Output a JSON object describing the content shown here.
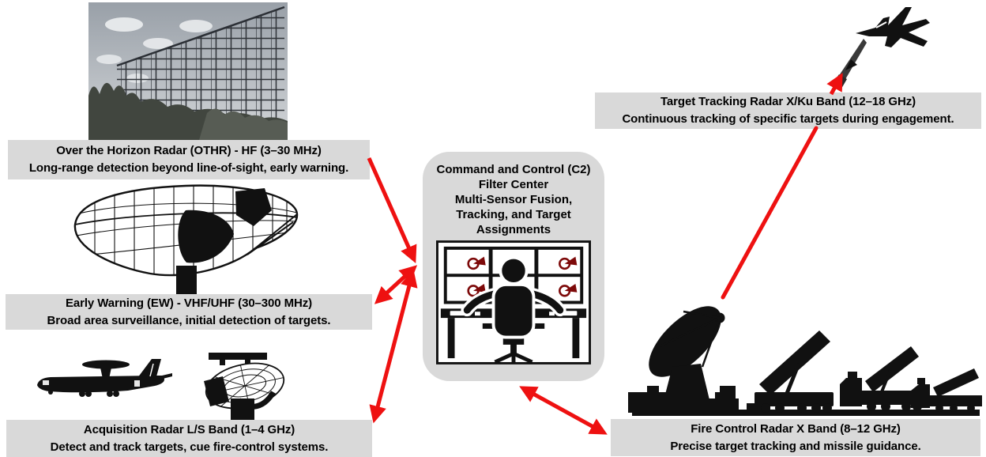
{
  "diagram": {
    "nodes": {
      "othr": {
        "title": "Over the Horizon Radar (OTHR) - HF (3–30 MHz)",
        "subtitle": "Long-range detection beyond line-of-sight, early warning."
      },
      "ew": {
        "title": "Early Warning (EW) - VHF/UHF (30–300 MHz)",
        "subtitle": "Broad area surveillance, initial detection of targets."
      },
      "acq": {
        "title": "Acquisition Radar L/S Band (1–4 GHz)",
        "subtitle": "Detect and track targets, cue fire-control systems."
      },
      "c2": {
        "lines": [
          "Command and Control (C2)",
          "Filter Center",
          "Multi-Sensor Fusion,",
          "Tracking, and Target",
          "Assignments"
        ]
      },
      "tt": {
        "title": "Target Tracking Radar X/Ku Band (12–18 GHz)",
        "subtitle": "Continuous tracking of specific targets during engagement."
      },
      "fc": {
        "title": "Fire Control Radar X Band (8–12 GHz)",
        "subtitle": "Precise target tracking and missile guidance."
      }
    },
    "icons": {
      "othr": "othr-antenna-array-photo",
      "ew": "early-warning-parabolic-antenna",
      "acq_aircraft": "awacs-aircraft",
      "acq_radar": "acquisition-radar-antenna",
      "c2": "operator-console",
      "fc": "fire-control-radar-and-launchers",
      "jet": "fighter-jet",
      "missile": "interceptor-missile"
    },
    "colors": {
      "arrow": "#ee1111",
      "label_bg": "#d9d9d9",
      "silhouette": "#111111",
      "radar_glyph": "#7d0909"
    }
  }
}
